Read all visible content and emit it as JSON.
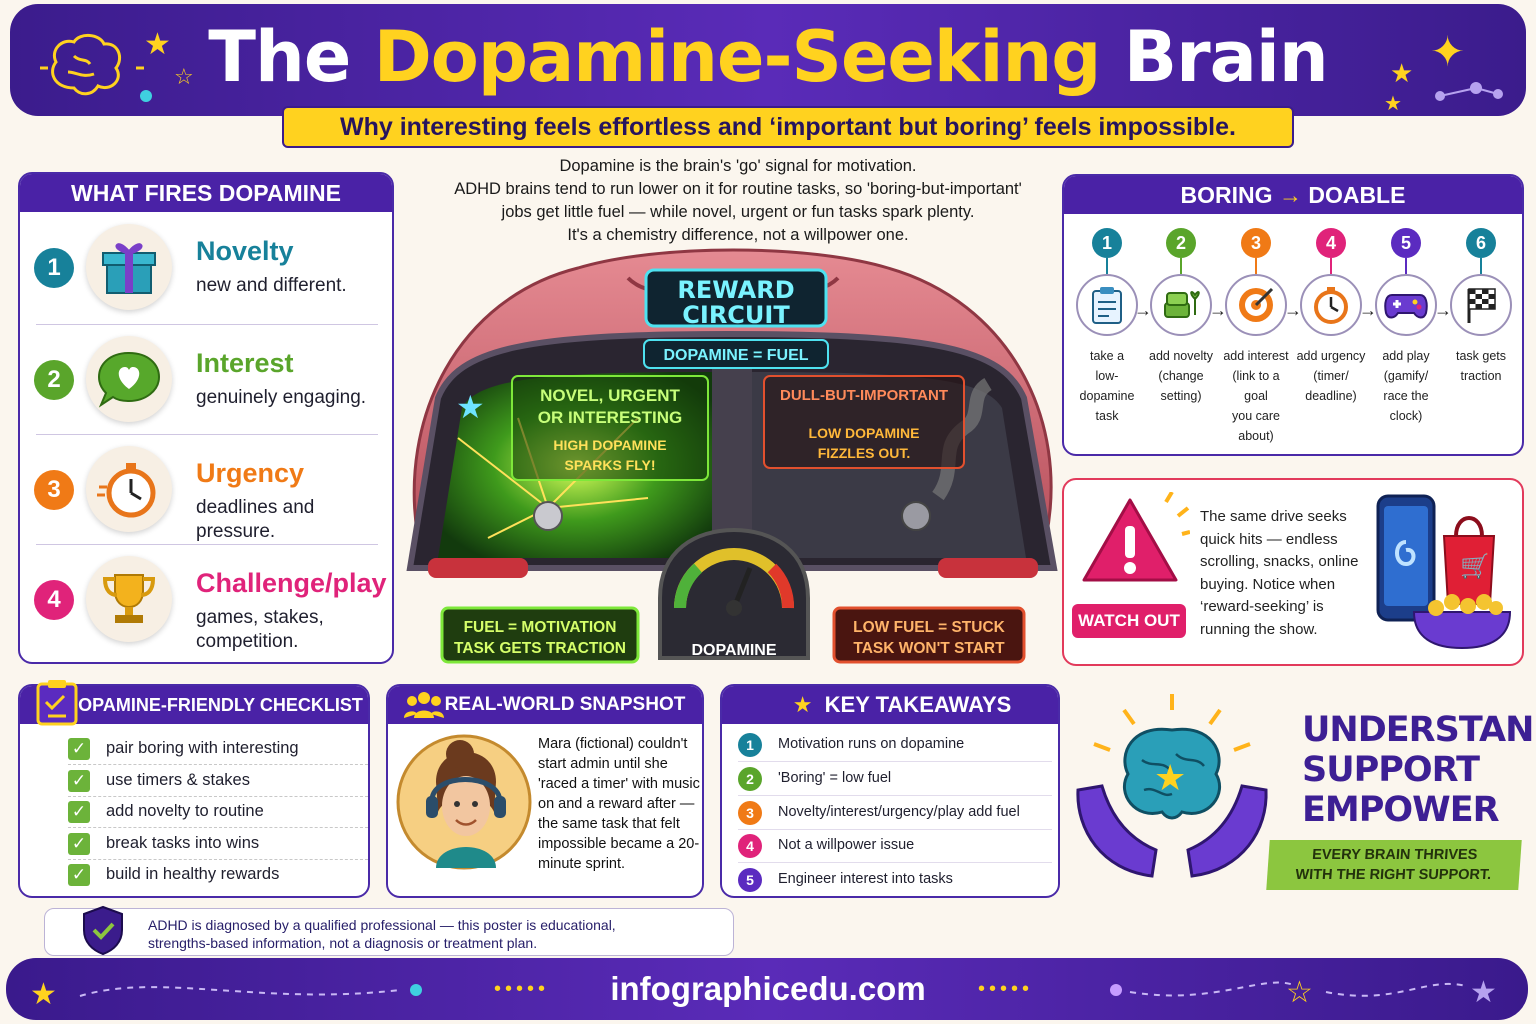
{
  "header": {
    "title_a": "The",
    "title_b": "Dopamine-Seeking",
    "title_c": "Brain",
    "subtitle": "Why interesting feels effortless and ‘important but boring’ feels impossible."
  },
  "intro": [
    "Dopamine is the brain's 'go' signal for motivation.",
    "ADHD brains tend to run lower on it for routine tasks, so 'boring-but-important'",
    "jobs get little fuel — while novel, urgent or fun tasks spark plenty.",
    "It's a chemistry difference, not a willpower one."
  ],
  "fires": {
    "title": "WHAT FIRES DOPAMINE",
    "items": [
      {
        "num": "1",
        "head": "Novelty",
        "desc": "new and different.",
        "color": "#17819a"
      },
      {
        "num": "2",
        "head": "Interest",
        "desc": "genuinely engaging.",
        "color": "#5aa52b"
      },
      {
        "num": "3",
        "head": "Urgency",
        "desc": "deadlines and pressure.",
        "color": "#f07a16"
      },
      {
        "num": "4",
        "head": "Challenge/play",
        "desc": "games, stakes, competition.",
        "color": "#e0237a"
      }
    ]
  },
  "machine": {
    "title_1": "REWARD",
    "title_2": "CIRCUIT",
    "fuel": "DOPAMINE = FUEL",
    "left_head_1": "NOVEL, URGENT",
    "left_head_2": "OR INTERESTING",
    "left_sub_1": "HIGH DOPAMINE",
    "left_sub_2": "SPARKS FLY!",
    "right_head": "DULL-BUT-IMPORTANT",
    "right_sub_1": "LOW DOPAMINE",
    "right_sub_2": "FIZZLES OUT.",
    "gauge_label": "DOPAMINE",
    "left_badge_1": "FUEL = MOTIVATION",
    "left_badge_2": "TASK GETS TRACTION",
    "right_badge_1": "LOW FUEL = STUCK",
    "right_badge_2": "TASK WON'T START"
  },
  "doable": {
    "title_a": "BORING",
    "title_arrow": "→",
    "title_b": "DOABLE",
    "steps": [
      {
        "num": "1",
        "color": "#17819a",
        "icon": "clipboard-icon",
        "l1": "take a",
        "l2": "low-dopamine",
        "l3": "task",
        "l4": ""
      },
      {
        "num": "2",
        "color": "#5aa52b",
        "icon": "armchair-plant-icon",
        "l1": "add novelty",
        "l2": "(change",
        "l3": "setting)",
        "l4": ""
      },
      {
        "num": "3",
        "color": "#f07a16",
        "icon": "target-icon",
        "l1": "add interest",
        "l2": "(link to a goal",
        "l3": "you care",
        "l4": "about)"
      },
      {
        "num": "4",
        "color": "#e0237a",
        "icon": "stopwatch-icon",
        "l1": "add urgency",
        "l2": "(timer/",
        "l3": "deadline)",
        "l4": ""
      },
      {
        "num": "5",
        "color": "#5b2bc0",
        "icon": "gamepad-icon",
        "l1": "add play",
        "l2": "(gamify/",
        "l3": "race the",
        "l4": "clock)"
      },
      {
        "num": "6",
        "color": "#17819a",
        "icon": "checkered-flag-icon",
        "l1": "task gets",
        "l2": "traction",
        "l3": "",
        "l4": ""
      }
    ]
  },
  "watch": {
    "button": "WATCH OUT",
    "text": "The same drive seeks quick hits — endless scrolling, snacks, online buying. Notice when ‘reward-seeking’ is running the show."
  },
  "checklist": {
    "title": "DOPAMINE-FRIENDLY CHECKLIST",
    "items": [
      "pair boring with interesting",
      "use timers & stakes",
      "add novelty to routine",
      "break tasks into wins",
      "build in healthy rewards"
    ],
    "check": "✓"
  },
  "snapshot": {
    "title": "REAL-WORLD SNAPSHOT",
    "text": "Mara (fictional) couldn't start admin until she 'raced a timer' with music on and a reward after — the same task that felt impossible became a 20-minute sprint."
  },
  "takeaways": {
    "title": "KEY TAKEAWAYS",
    "items": [
      {
        "num": "1",
        "text": "Motivation runs on dopamine",
        "color": "#17819a"
      },
      {
        "num": "2",
        "text": "'Boring' = low fuel",
        "color": "#5aa52b"
      },
      {
        "num": "3",
        "text": "Novelty/interest/urgency/play add fuel",
        "color": "#f07a16"
      },
      {
        "num": "4",
        "text": "Not a willpower issue",
        "color": "#e0237a"
      },
      {
        "num": "5",
        "text": "Engineer interest into tasks",
        "color": "#5b2bc0"
      }
    ]
  },
  "empower": {
    "l1": "UNDERSTAND",
    "l2": "SUPPORT",
    "l3": "EMPOWER",
    "badge_1": "EVERY BRAIN THRIVES",
    "badge_2": "WITH THE RIGHT SUPPORT."
  },
  "disclaimer": {
    "l1": "ADHD is diagnosed by a qualified professional — this poster is educational,",
    "l2": "strengths-based information, not a diagnosis or treatment plan."
  },
  "footer": {
    "site": "infographicedu.com",
    "dots": "•••••"
  }
}
